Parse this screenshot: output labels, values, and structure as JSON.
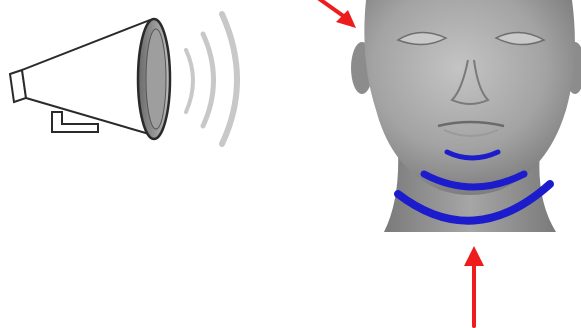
{
  "colors": {
    "background": "#ffffff",
    "arrow": "#ee1c1c",
    "wave_blue": "#1c1ccc",
    "sound_wave_gray": "#c8c8c8",
    "head_gray": "#9a9a9a",
    "megaphone_cone": "#ffffff",
    "megaphone_outline": "#2a2a2a"
  },
  "scene": {
    "megaphone": {
      "icon": "megaphone-icon"
    },
    "sound_waves": {
      "count": 3
    },
    "head": {
      "icon": "head-icon"
    },
    "neck_vibration_arcs": {
      "count": 3
    },
    "arrows": [
      {
        "name": "arrow-to-ear",
        "direction": "down-right"
      },
      {
        "name": "arrow-to-neck",
        "direction": "up"
      }
    ]
  }
}
